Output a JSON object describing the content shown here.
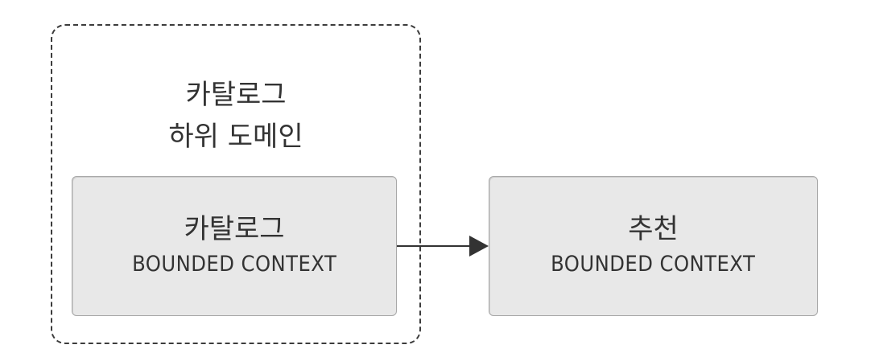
{
  "subdomain": {
    "title_line1": "카탈로그",
    "title_line2": "하위 도메인"
  },
  "contexts": [
    {
      "name": "카탈로그",
      "kind": "BOUNDED CONTEXT"
    },
    {
      "name": "추천",
      "kind": "BOUNDED CONTEXT"
    }
  ],
  "colors": {
    "box_fill": "#e8e8e8",
    "border": "#3c3c3c",
    "text": "#333333"
  }
}
